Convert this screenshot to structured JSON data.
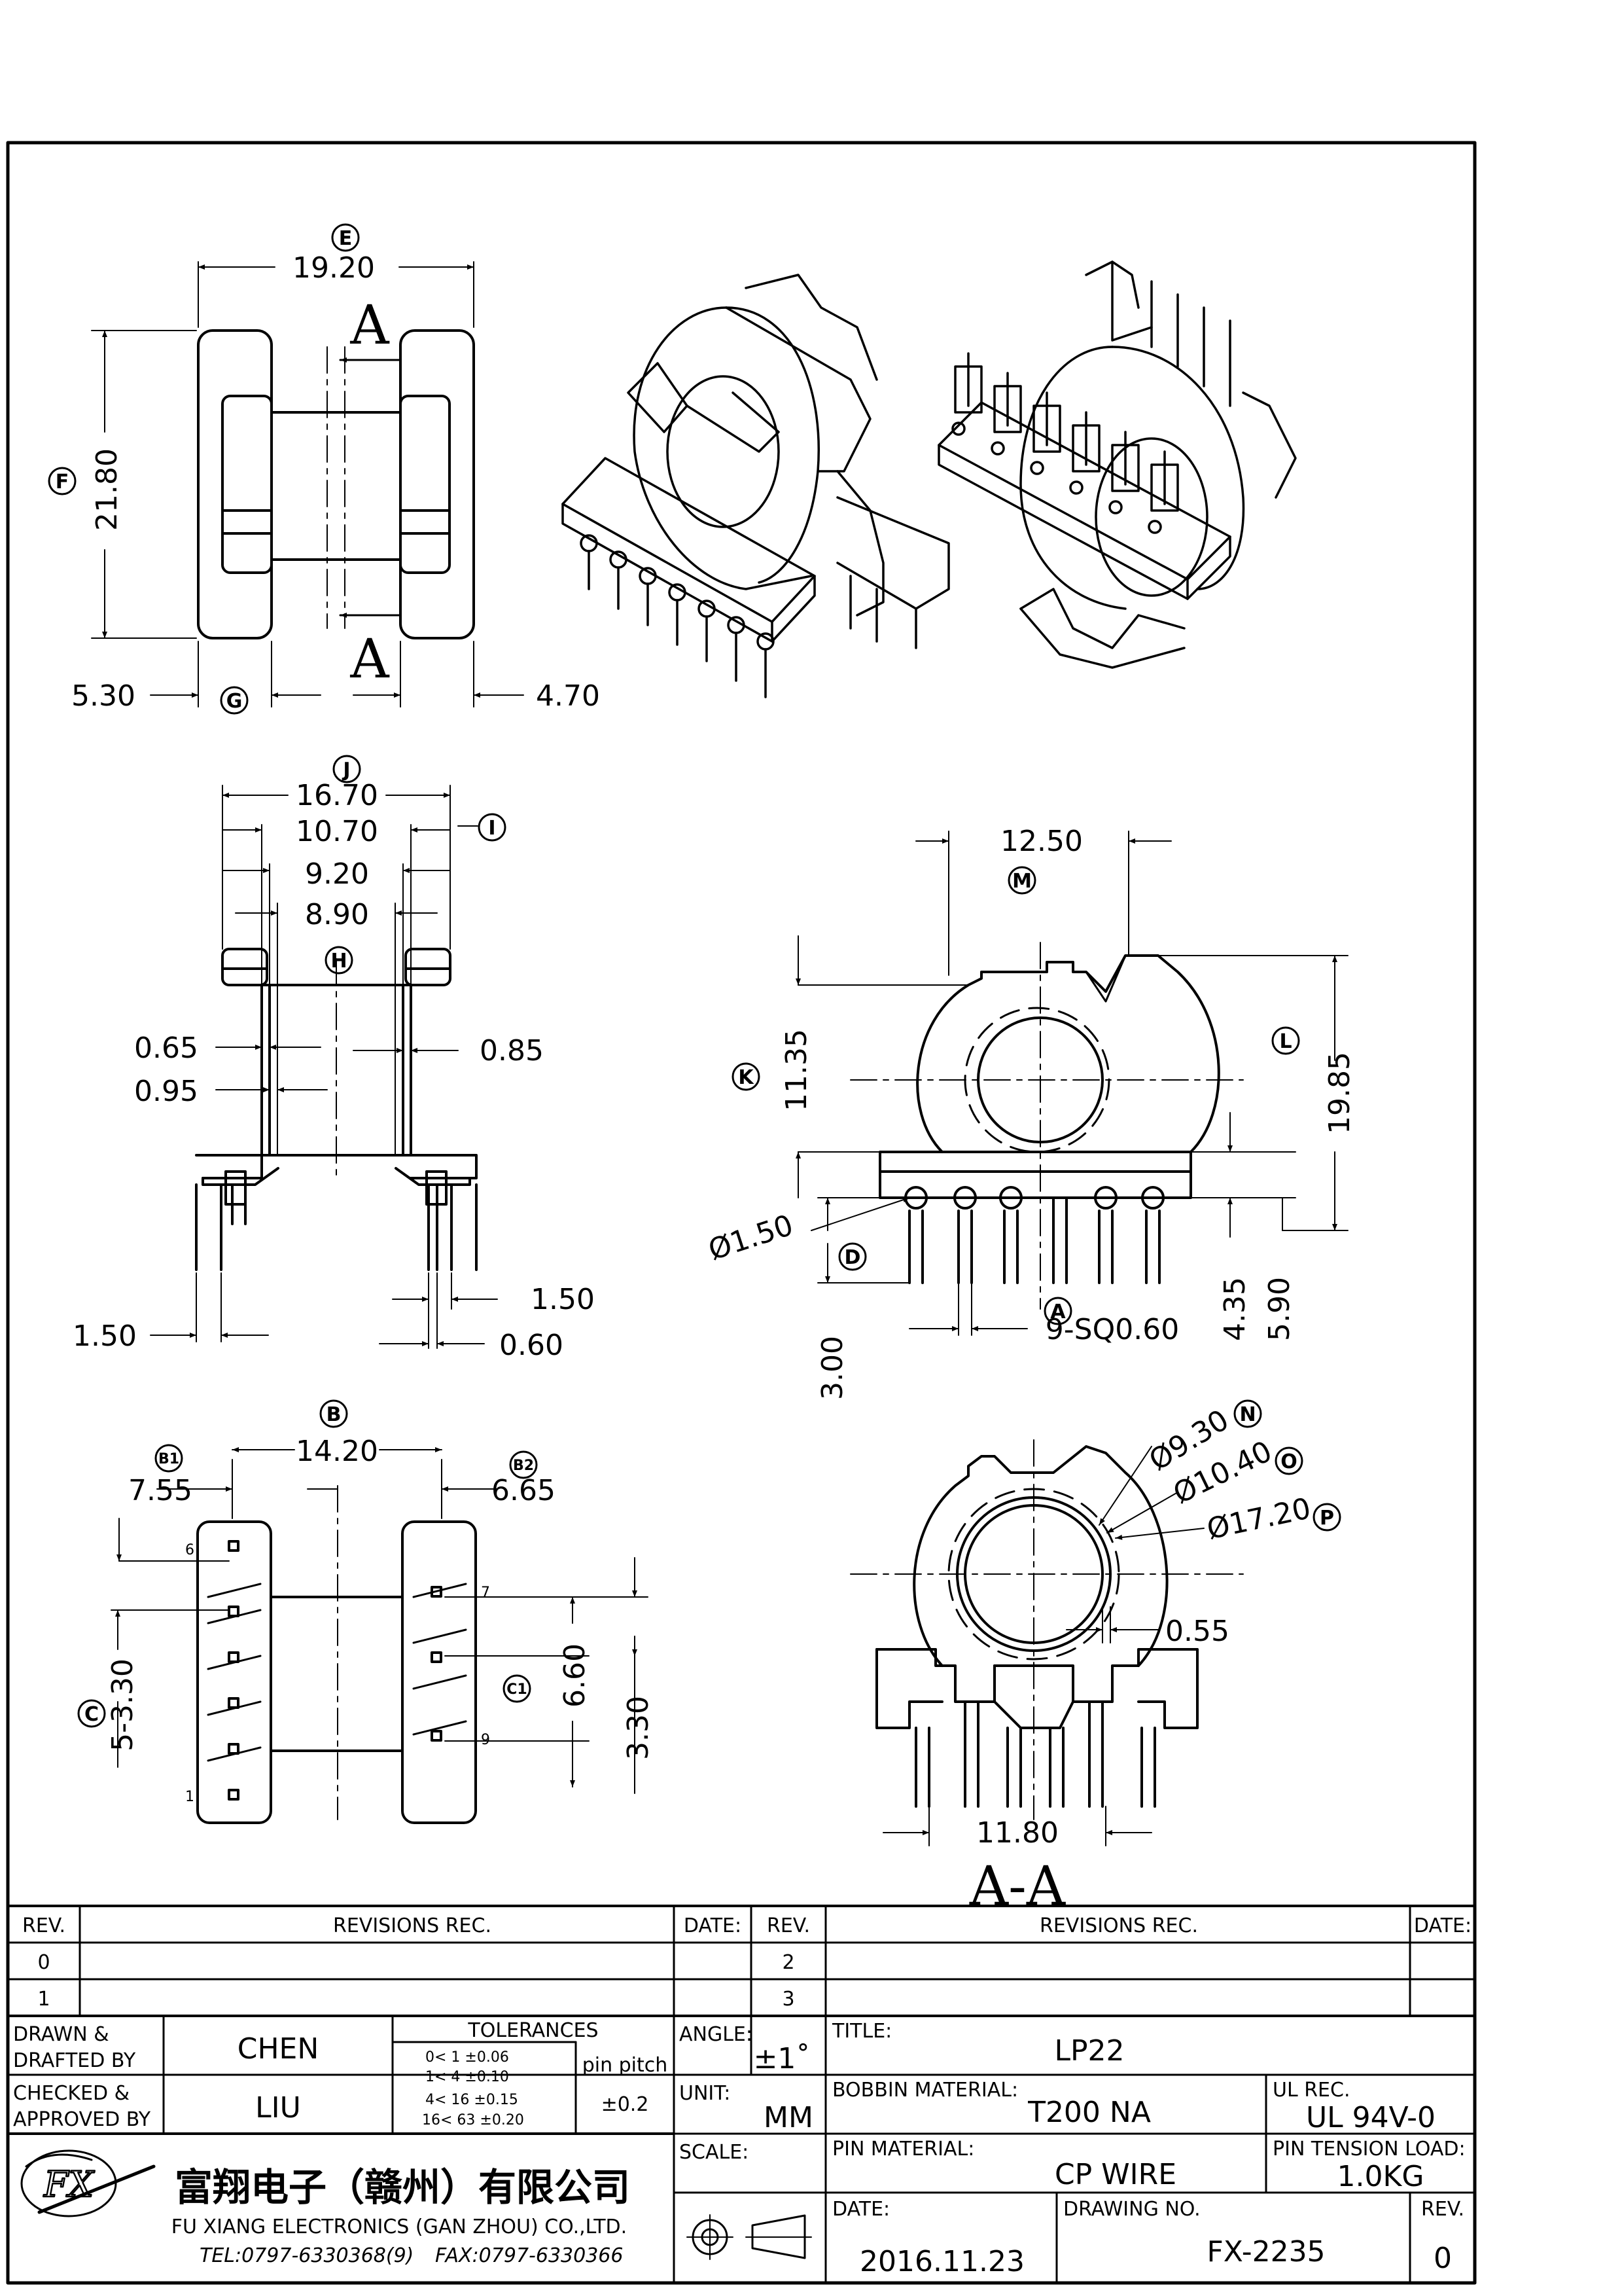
{
  "top_view": {
    "dim_e": "19.20",
    "dim_f": "21.80",
    "dim_left": "5.30",
    "dim_right": "4.70",
    "section_a": "A",
    "circ_e": "E",
    "circ_f": "F",
    "circ_g": "G"
  },
  "front_view": {
    "dim_j": "16.70",
    "dim_i": "10.70",
    "dim_92": "9.20",
    "dim_h": "8.90",
    "dim_065": "0.65",
    "dim_095": "0.95",
    "dim_085": "0.85",
    "dim_150a": "1.50",
    "dim_150b": "1.50",
    "dim_060": "0.60",
    "circ_j": "J",
    "circ_i": "I",
    "circ_h": "H"
  },
  "side_view": {
    "dim_m": "12.50",
    "dim_k": "11.35",
    "dim_l": "19.85",
    "dim_pin": "Ø1.50",
    "dim_d": "3.00",
    "dim_a": "9-SQ0.60",
    "dim_435": "4.35",
    "dim_590": "5.90",
    "circ_m": "M",
    "circ_k": "K",
    "circ_l": "L",
    "circ_d": "D",
    "circ_a": "A"
  },
  "bottom_view": {
    "dim_b": "14.20",
    "dim_b1": "7.55",
    "dim_b2": "6.65",
    "dim_c": "5-3.30",
    "dim_c1": "6.60",
    "dim_330": "3.30",
    "pin_6": "6",
    "pin_7": "7",
    "pin_9": "9",
    "pin_1": "1",
    "circ_b": "B",
    "circ_b1": "B1",
    "circ_b2": "B2",
    "circ_c": "C",
    "circ_c1": "C1"
  },
  "section_view": {
    "dim_n": "Ø9.30",
    "dim_o": "Ø10.40",
    "dim_p": "Ø17.20",
    "dim_055": "0.55",
    "dim_1180": "11.80",
    "title": "A-A",
    "circ_n": "N",
    "circ_o": "O",
    "circ_p": "P"
  },
  "revisions": {
    "rev_label": "REV.",
    "rev_rec": "REVISIONS   REC.",
    "date_label": "DATE:",
    "rev_0": "0",
    "rev_1": "1",
    "rev_2": "2",
    "rev_3": "3"
  },
  "title_block": {
    "drawn_label": "DRAWN  &",
    "drafted_label": "DRAFTED  BY",
    "drawn_by": "CHEN",
    "checked_label": "CHECKED  &",
    "approved_label": "APPROVED  BY",
    "approved_by": "LIU",
    "tolerances_label": "TOLERANCES",
    "tol_1": "0<  1   ±0.06",
    "tol_2": "1<  4   ±0.10",
    "tol_3": "4<  16 ±0.15",
    "tol_4": "16<  63 ±0.20",
    "pin_pitch_label": "pin  pitch",
    "pin_pitch_tol": "±0.2",
    "angle_label": "ANGLE:",
    "angle_value": "±1˚",
    "unit_label": "UNIT:",
    "unit_value": "MM",
    "scale_label": "SCALE:",
    "title_label": "TITLE:",
    "title_value": "LP22",
    "bobbin_label": "BOBBIN  MATERIAL:",
    "bobbin_value": "T200  NA",
    "ul_label": "UL  REC.",
    "ul_value": "UL  94V-0",
    "pin_mat_label": "PIN  MATERIAL:",
    "pin_mat_value": "CP  WIRE",
    "tension_label": "PIN  TENSION  LOAD:",
    "tension_value": "1.0KG",
    "date_label": "DATE:",
    "date_value": "2016.11.23",
    "drawing_no_label": "DRAWING  NO.",
    "drawing_no": "FX-2235",
    "rev_label": "REV.",
    "rev_value": "0",
    "company_cn": "富翔电子（赣州）有限公司",
    "company_en": "FU  XIANG  ELECTRONICS  (GAN  ZHOU)  CO.,LTD.",
    "tel": "TEL:0797-6330368(9)",
    "fax": "FAX:0797-6330366",
    "logo_text": "FX"
  }
}
